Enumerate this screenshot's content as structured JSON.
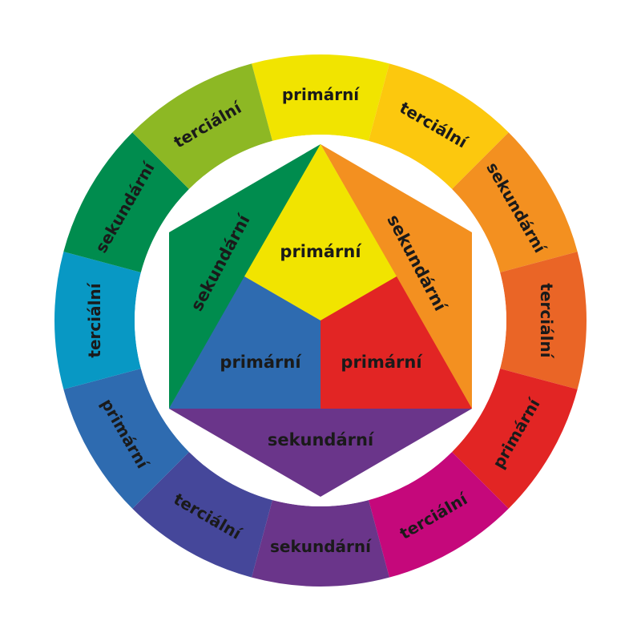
{
  "ring": [
    {
      "label": "primární",
      "color": "#f1e400"
    },
    {
      "label": "terciální",
      "color": "#fcc80e"
    },
    {
      "label": "sekundární",
      "color": "#f39020"
    },
    {
      "label": "terciální",
      "color": "#ea6526"
    },
    {
      "label": "primární",
      "color": "#e22524"
    },
    {
      "label": "terciální",
      "color": "#c5087b"
    },
    {
      "label": "sekundární",
      "color": "#6a358a"
    },
    {
      "label": "terciální",
      "color": "#45479a"
    },
    {
      "label": "primární",
      "color": "#2e6bb0"
    },
    {
      "label": "terciální",
      "color": "#0898c4"
    },
    {
      "label": "sekundární",
      "color": "#008c4e"
    },
    {
      "label": "terciální",
      "color": "#8db824"
    }
  ],
  "inner": {
    "top_triangle": {
      "label": "primární",
      "color": "#f1e400"
    },
    "left_triangle": {
      "label": "primární",
      "color": "#2e6bb0"
    },
    "right_triangle": {
      "label": "primární",
      "color": "#e22524"
    },
    "upper_left_wing": {
      "label": "sekundární",
      "color": "#008c4e"
    },
    "upper_right_wing": {
      "label": "sekundární",
      "color": "#f39020"
    },
    "bottom_wing": {
      "label": "sekundární",
      "color": "#6a358a"
    }
  }
}
